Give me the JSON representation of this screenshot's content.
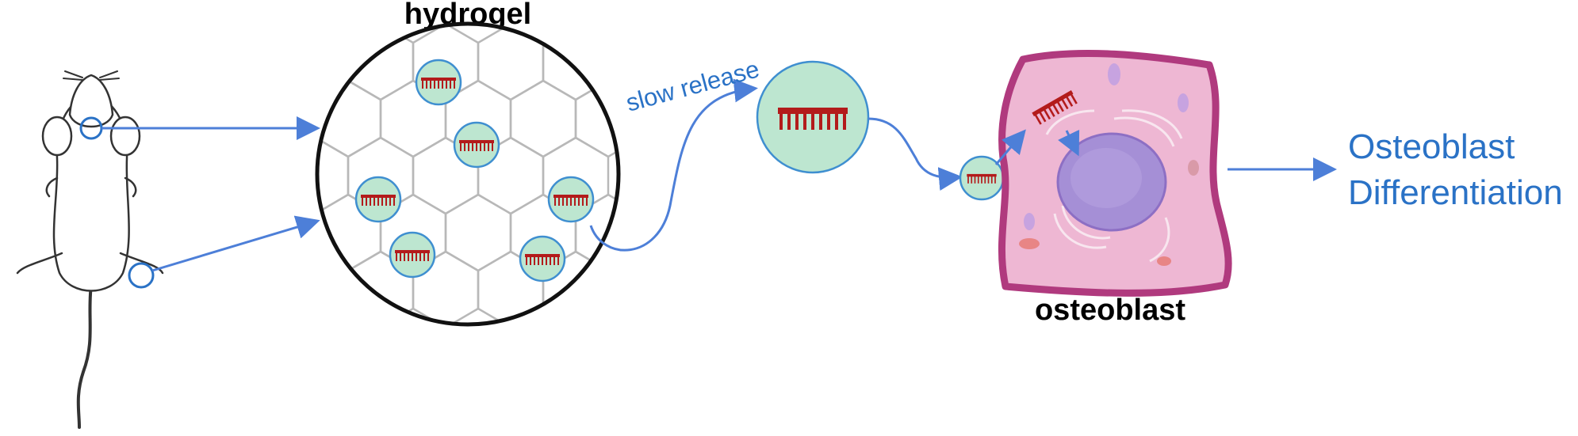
{
  "labels": {
    "hydrogel": "hydrogel",
    "slow_release": "slow release",
    "osteoblast": "osteoblast",
    "result_line1": "Osteoblast",
    "result_line2": "Differentiation"
  },
  "colors": {
    "arrow_blue": "#4d7fd8",
    "text_blue": "#2a72c6",
    "capsule_fill": "#bde6d0",
    "capsule_stroke": "#3f8fd0",
    "drug_red": "#b31b1b",
    "cell_membrane": "#b03a7e",
    "cell_cytoplasm": "#eeb7d3",
    "nucleus": "#a58fd6",
    "hex_grid": "#b8b8b8"
  },
  "icons": {
    "animal": "mouse-icon",
    "drug": "comb-molecule-icon"
  }
}
